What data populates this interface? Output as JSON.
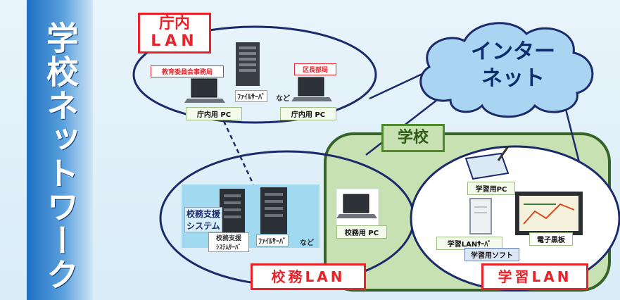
{
  "title": "学校ネットワーク",
  "internet": {
    "line1": "インター",
    "line2": "ネット"
  },
  "office_lan": {
    "label_line1": "庁内",
    "label_line2": "LAN",
    "board_office": "教育委員会事務局",
    "ward_office": "区長部局",
    "file_server": "ﾌｧｲﾙｻｰﾊﾞ",
    "nado": "など",
    "pc_left": "庁内用 PC",
    "pc_right": "庁内用 PC"
  },
  "school": {
    "label": "学校"
  },
  "admin_lan": {
    "label": "校務LAN",
    "system": "校務支援\nシステム",
    "system_server": "校務支援\nｼｽﾃﾑｻｰﾊﾞ",
    "file_server": "ﾌｧｲﾙｻｰﾊﾞ",
    "nado": "など",
    "pc": "校務用 PC"
  },
  "learning_lan": {
    "label": "学習LAN",
    "pc": "学習用PC",
    "server": "学習LANｻｰﾊﾞ",
    "software": "学習用ソフト",
    "blackboard": "電子黒板"
  },
  "colors": {
    "accent_red": "#e8232a",
    "school_green": "#4e8a2c",
    "ellipse_navy": "#1b2a6b",
    "title_blue": "#1e6fc3"
  }
}
